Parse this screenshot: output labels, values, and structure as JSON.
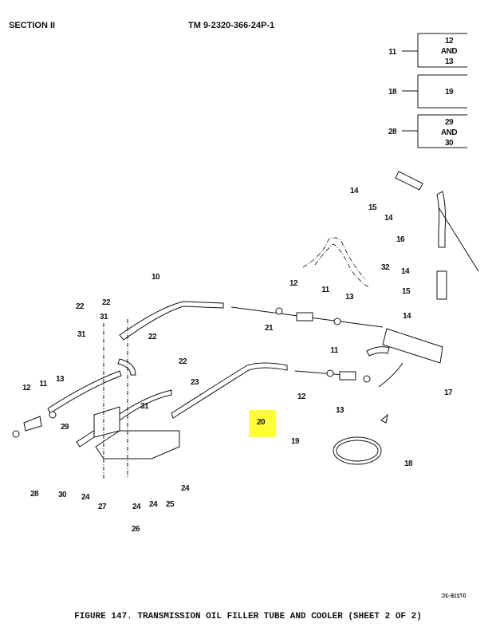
{
  "header": {
    "section": "SECTION II",
    "manual": "TM 9-2320-366-24P-1"
  },
  "legend_boxes": [
    {
      "callout": "11",
      "lines": [
        "12",
        "AND",
        "13"
      ]
    },
    {
      "callout": "18",
      "lines": [
        "19"
      ]
    },
    {
      "callout": "28",
      "lines": [
        "29",
        "AND",
        "30"
      ]
    }
  ],
  "callouts": [
    "14",
    "15",
    "14",
    "16",
    "14",
    "32",
    "15",
    "14",
    "10",
    "12",
    "11",
    "13",
    "22",
    "22",
    "31",
    "31",
    "21",
    "22",
    "11",
    "22",
    "23",
    "12",
    "11",
    "13",
    "12",
    "13",
    "17",
    "31",
    "20",
    "29",
    "19",
    "18",
    "28",
    "30",
    "24",
    "27",
    "24",
    "24",
    "25",
    "24",
    "26"
  ],
  "highlight": {
    "callout": "20",
    "color": "#ffff33"
  },
  "watermark": "0721E-2C",
  "caption": "FIGURE 147. TRANSMISSION OIL FILLER TUBE AND COOLER (SHEET 2 OF 2)"
}
